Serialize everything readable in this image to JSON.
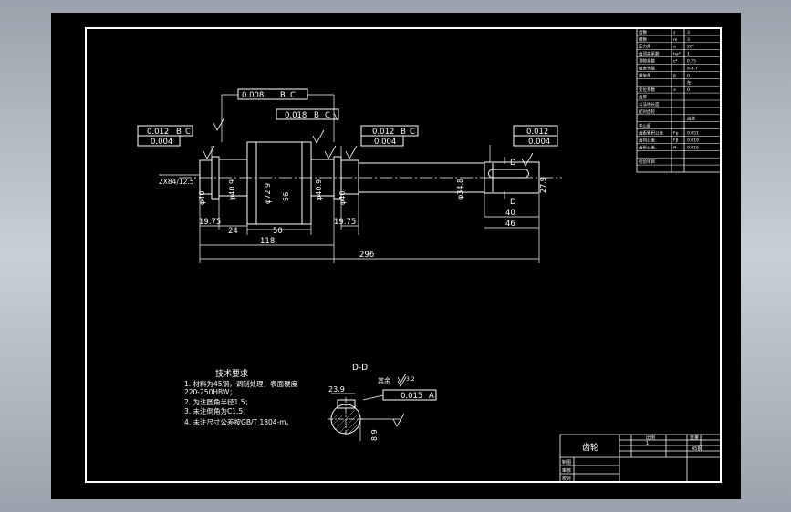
{
  "colors": {
    "background": "#000000",
    "linework": "#ffffff",
    "dimension": "#ffffff",
    "viewport": "#b4bcc5"
  },
  "drawing": {
    "tolerances": {
      "top_runout": "0.008",
      "top_datums": [
        "B",
        "C"
      ],
      "mid_runout": "0.018",
      "mid_datums": [
        "B",
        "C"
      ],
      "left_runout": "0.012",
      "left_datums": [
        "B",
        "C"
      ],
      "left_cyl": "0.004",
      "right_runout": "0.012",
      "right_datums": [
        "B",
        "C"
      ],
      "right_cyl": "0.004",
      "far_runout": "0.012",
      "far_cyl": "0.004",
      "key_sym": "0.015",
      "key_datum": "A"
    },
    "dims": {
      "chamfer_note": "2X84/12.5",
      "d1": "φ40",
      "d2": "φ40.9",
      "d3": "φ72.9",
      "d4": "56",
      "d5": "φ40.9",
      "d6": "φ40",
      "d7": "φ34.8",
      "d8": "27.9",
      "l1": "19.75",
      "l2": "24",
      "l3": "50",
      "l4": "19.75",
      "l5": "40",
      "l6": "46",
      "l7": "118",
      "l8": "296",
      "section_w": "23.9",
      "section_h": "8.9",
      "roughness": "3.2",
      "remaining": "其余"
    },
    "section_labels": {
      "top": "D",
      "bottom": "D",
      "view": "D-D"
    },
    "notes": {
      "title": "技术要求",
      "items": [
        "1. 材料为45钢，调制处理，表面硬度",
        "220-250HBW；",
        "2. 为注圆角半径1.5；",
        "3. 未注倒角为C1.5；",
        "4. 未注尺寸公差按GB/T 1804-m。"
      ]
    },
    "param_table": {
      "rows": [
        [
          "齿数",
          "z",
          "3"
        ],
        [
          "模数",
          "m",
          "3"
        ],
        [
          "压力角",
          "α",
          "20°"
        ],
        [
          "齿顶高系数",
          "ha*",
          "1"
        ],
        [
          "顶隙系数",
          "c*",
          "0.25"
        ],
        [
          "精度等级",
          "",
          "8-8-7"
        ],
        [
          "螺旋角",
          "β",
          "0"
        ],
        [
          "",
          "",
          "左"
        ],
        [
          "变位系数",
          "x",
          "0"
        ],
        [
          "齿厚",
          "",
          ""
        ],
        [
          "公法线长度",
          "",
          ""
        ],
        [
          "配对齿轮",
          "",
          ""
        ],
        [
          "",
          "",
          "齿数"
        ],
        [
          "中心距",
          "",
          ""
        ],
        [
          "齿距累积公差",
          "Fp",
          "0.051"
        ],
        [
          "齿向公差",
          "Fβ",
          "0.019"
        ],
        [
          "齿形公差",
          "ff",
          "0.016"
        ],
        [
          "",
          "",
          ""
        ],
        [
          "检验项目",
          "",
          ""
        ],
        [
          "",
          "",
          ""
        ]
      ]
    },
    "title_block": {
      "part": "齿轮",
      "scale_label": "比例",
      "weight_label": "重量",
      "qty": "1",
      "material": "45钢",
      "rows": [
        "制图",
        "审核",
        "校对"
      ]
    }
  }
}
